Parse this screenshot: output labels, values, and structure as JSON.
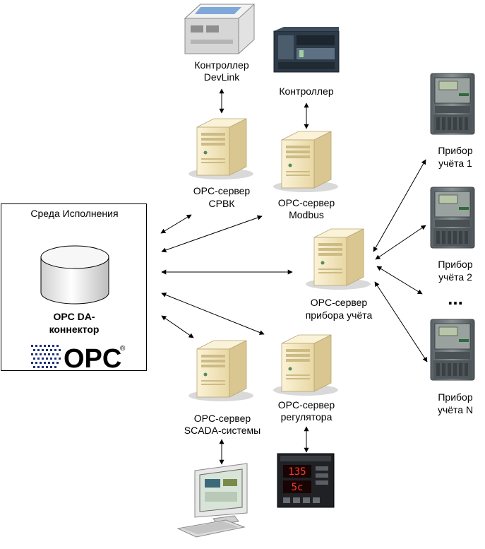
{
  "runtime": {
    "title": "Среда Исполнения",
    "connector_line1": "OPC DA-",
    "connector_line2": "коннектор",
    "logo_text": "OPC",
    "logo_mark": "®"
  },
  "devices": {
    "devlink_controller": {
      "line1": "Контроллер",
      "line2": "DevLink"
    },
    "controller": {
      "line1": "Контроллер"
    },
    "srvk_server": {
      "line1": "OPC-сервер",
      "line2": "СРВК"
    },
    "modbus_server": {
      "line1": "OPC-сервер",
      "line2": "Modbus"
    },
    "meter_server": {
      "line1": "OPC-сервер",
      "line2": "прибора учёта"
    },
    "scada_server": {
      "line1": "OPC-сервер",
      "line2": "SCADA-системы"
    },
    "regulator_server": {
      "line1": "OPC-сервер",
      "line2": "регулятора"
    },
    "meter_1": {
      "line1": "Прибор",
      "line2": "учёта 1"
    },
    "meter_2": {
      "line1": "Прибор",
      "line2": "учёта 2"
    },
    "meter_n": {
      "line1": "Прибор",
      "line2": "учёта N"
    },
    "ellipsis": "..."
  },
  "regulator_display": {
    "top": "135",
    "bottom": "5c"
  },
  "colors": {
    "server_body": "#f3e7c2",
    "server_shadow": "#d4c08a",
    "meter_body": "#6d7478",
    "arrow": "#000000"
  }
}
